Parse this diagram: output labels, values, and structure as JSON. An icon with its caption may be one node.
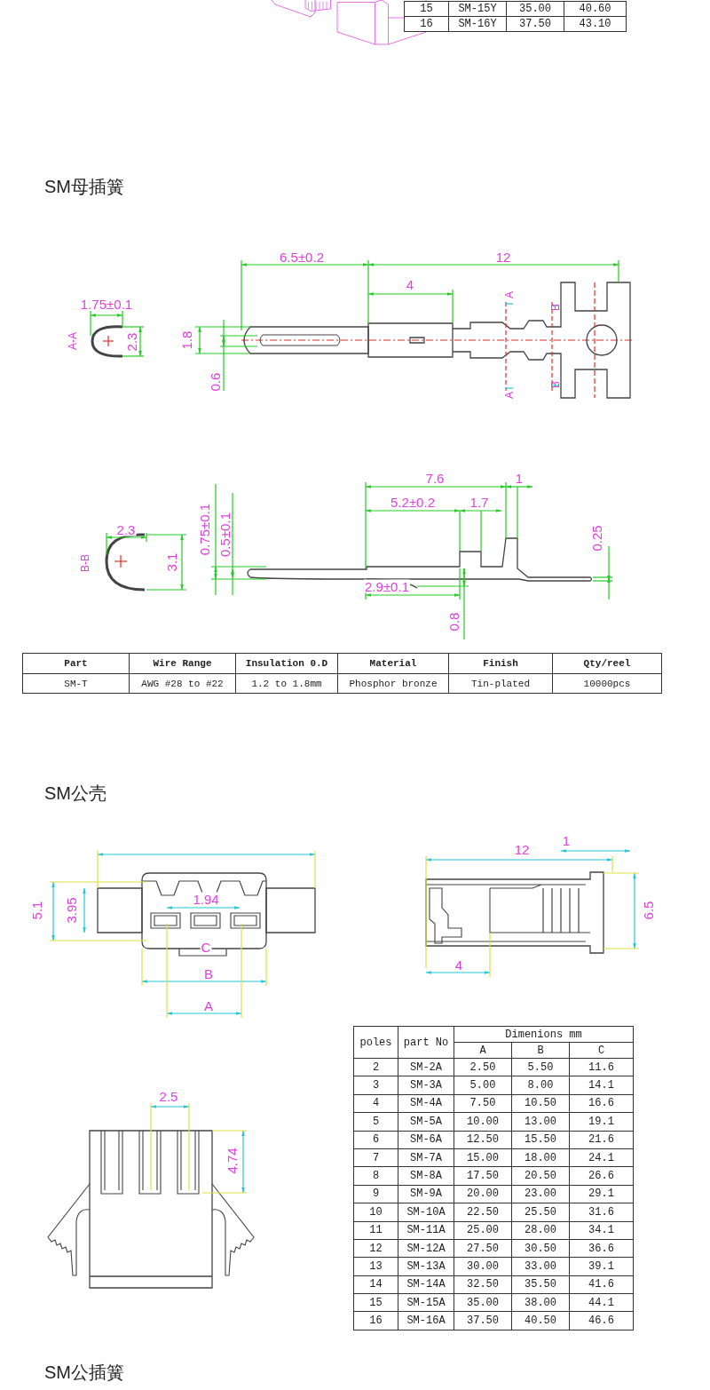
{
  "diagram": {
    "labels": [
      "15",
      "SM-15Y",
      "35.00",
      "40.60",
      "16",
      "SM-16Y",
      "37.50",
      "43.10",
      "SM母插簧",
      "6.5±0.2",
      "12",
      "1.75±0.1",
      "4",
      "A",
      "B",
      "A-A",
      "2.3",
      "1.8",
      "0.6",
      "A",
      "B",
      "7.6",
      "1",
      "0.75±0.1",
      "0.5±0.1",
      "5.2±0.2",
      "1.7",
      "2.3",
      "B-B",
      "3.1",
      "0.25",
      "2.9±0.1",
      "0.8",
      "Part",
      "Wire Range",
      "Insulation 0.D",
      "Material",
      "Finish",
      "Qty/reel",
      "SM-T",
      "AWG #28 to #22",
      "1.2 to 1.8mm",
      "Phosphor bronze",
      "Tin-plated",
      "10000pcs",
      "SM公壳",
      "5.1",
      "3.95",
      "1.94",
      "C",
      "B",
      "A",
      "12",
      "1",
      "6.5",
      "4",
      "poles",
      "part No",
      "Dimenions mm",
      "A",
      "B",
      "C",
      "2",
      "SM-2A",
      "2.50",
      "5.50",
      "11.6",
      "3",
      "SM-3A",
      "5.00",
      "8.00",
      "14.1",
      "4",
      "SM-4A",
      "7.50",
      "10.50",
      "16.6",
      "5",
      "SM-5A",
      "10.00",
      "13.00",
      "19.1",
      "6",
      "SM-6A",
      "12.50",
      "15.50",
      "21.6",
      "7",
      "SM-7A",
      "15.00",
      "18.00",
      "24.1",
      "8",
      "SM-8A",
      "17.50",
      "20.50",
      "26.6",
      "9",
      "SM-9A",
      "20.00",
      "23.00",
      "29.1",
      "10",
      "SM-10A",
      "22.50",
      "25.50",
      "31.6",
      "11",
      "SM-11A",
      "25.00",
      "28.00",
      "34.1",
      "12",
      "SM-12A",
      "27.50",
      "30.50",
      "36.6",
      "13",
      "SM-13A",
      "30.00",
      "33.00",
      "39.1",
      "14",
      "SM-14A",
      "32.50",
      "35.50",
      "41.6",
      "15",
      "SM-15A",
      "35.00",
      "38.00",
      "44.1",
      "16",
      "SM-16A",
      "37.50",
      "40.50",
      "46.6",
      "2.5",
      "4.74",
      "SM公插簧"
    ]
  }
}
